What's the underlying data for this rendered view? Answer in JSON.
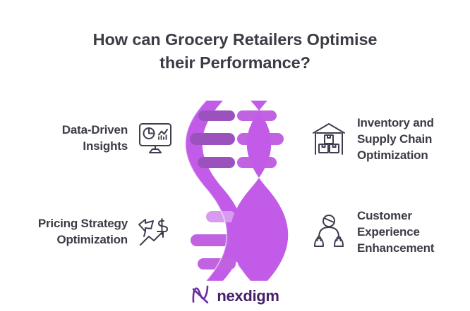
{
  "title": {
    "line1": "How can Grocery Retailers Optimise",
    "line2": "their Performance?"
  },
  "colors": {
    "text": "#3c3c46",
    "helix_ribbon": "#c25ce8",
    "helix_rung_dark": "#9b52bd",
    "helix_rung_mid": "#c163e0",
    "helix_rung_light": "#d99bef",
    "helix_rung_pale": "#edc4f9",
    "icon_stroke": "#3f3d4f",
    "logo_purple": "#45206b"
  },
  "features": [
    {
      "id": "data-driven",
      "icon": "monitor-analytics-icon",
      "lines": [
        "Data-Driven",
        "Insights"
      ]
    },
    {
      "id": "inventory",
      "icon": "warehouse-boxes-icon",
      "lines": [
        "Inventory and",
        "Supply Chain",
        "Optimization"
      ]
    },
    {
      "id": "pricing",
      "icon": "price-tag-growth-icon",
      "lines": [
        "Pricing Strategy",
        "Optimization"
      ]
    },
    {
      "id": "customer",
      "icon": "customer-shopping-icon",
      "lines": [
        "Customer",
        "Experience",
        "Enhancement"
      ]
    }
  ],
  "graphic": {
    "name": "dna-double-helix",
    "rungs_upper": 3,
    "rungs_lower": 3
  },
  "logo": {
    "mark": "nexdigm-n-mark",
    "wordmark": "nexdigm"
  }
}
